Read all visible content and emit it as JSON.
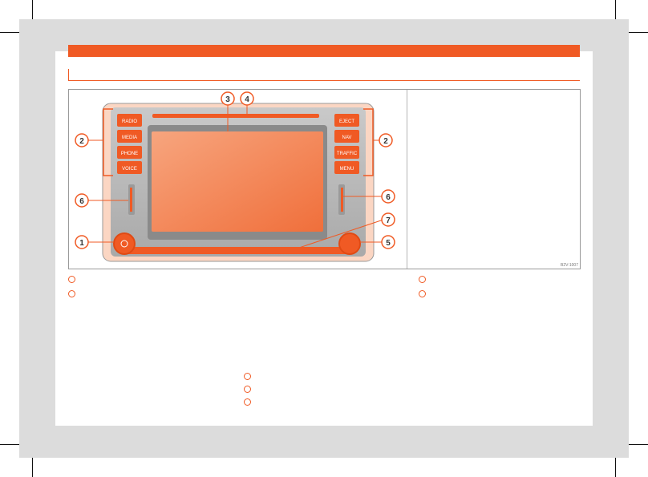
{
  "figure": {
    "code": "B2V-1007",
    "buttons_left": [
      "RADIO",
      "MEDIA",
      "PHONE",
      "VOICE"
    ],
    "buttons_right": [
      "EJECT",
      "NAV",
      "TRAFFIC",
      "MENU"
    ],
    "callouts": [
      "1",
      "2",
      "2",
      "3",
      "4",
      "5",
      "6",
      "6",
      "7"
    ]
  },
  "colors": {
    "accent": "#f05a24",
    "gray_bg": "#dcdcdc"
  }
}
